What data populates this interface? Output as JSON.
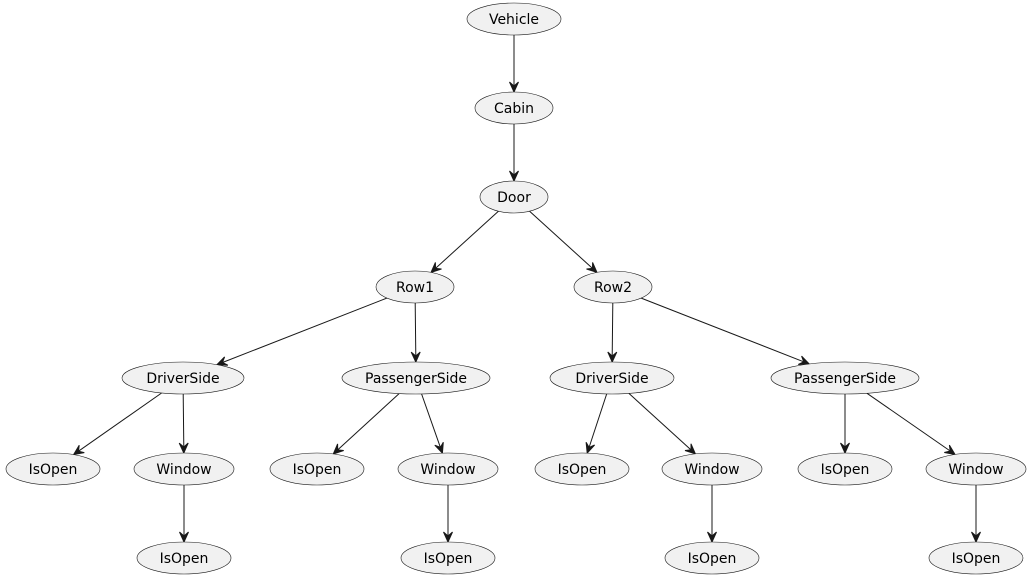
{
  "nodes": [
    {
      "id": "vehicle",
      "label": "Vehicle"
    },
    {
      "id": "cabin",
      "label": "Cabin"
    },
    {
      "id": "door",
      "label": "Door"
    },
    {
      "id": "row1",
      "label": "Row1"
    },
    {
      "id": "row2",
      "label": "Row2"
    },
    {
      "id": "row1-driverside",
      "label": "DriverSide"
    },
    {
      "id": "row1-passengerside",
      "label": "PassengerSide"
    },
    {
      "id": "row2-driverside",
      "label": "DriverSide"
    },
    {
      "id": "row2-passengerside",
      "label": "PassengerSide"
    },
    {
      "id": "row1-driverside-isopen",
      "label": "IsOpen"
    },
    {
      "id": "row1-driverside-window",
      "label": "Window"
    },
    {
      "id": "row1-passengerside-isopen",
      "label": "IsOpen"
    },
    {
      "id": "row1-passengerside-window",
      "label": "Window"
    },
    {
      "id": "row2-driverside-isopen",
      "label": "IsOpen"
    },
    {
      "id": "row2-driverside-window",
      "label": "Window"
    },
    {
      "id": "row2-passengerside-isopen",
      "label": "IsOpen"
    },
    {
      "id": "row2-passengerside-window",
      "label": "Window"
    },
    {
      "id": "row1-driverside-window-isopen",
      "label": "IsOpen"
    },
    {
      "id": "row1-passengerside-window-isopen",
      "label": "IsOpen"
    },
    {
      "id": "row2-driverside-window-isopen",
      "label": "IsOpen"
    },
    {
      "id": "row2-passengerside-window-isopen",
      "label": "IsOpen"
    }
  ],
  "edges": [
    {
      "from": "vehicle",
      "to": "cabin"
    },
    {
      "from": "cabin",
      "to": "door"
    },
    {
      "from": "door",
      "to": "row1"
    },
    {
      "from": "door",
      "to": "row2"
    },
    {
      "from": "row1",
      "to": "row1-driverside"
    },
    {
      "from": "row1",
      "to": "row1-passengerside"
    },
    {
      "from": "row2",
      "to": "row2-driverside"
    },
    {
      "from": "row2",
      "to": "row2-passengerside"
    },
    {
      "from": "row1-driverside",
      "to": "row1-driverside-isopen"
    },
    {
      "from": "row1-driverside",
      "to": "row1-driverside-window"
    },
    {
      "from": "row1-passengerside",
      "to": "row1-passengerside-isopen"
    },
    {
      "from": "row1-passengerside",
      "to": "row1-passengerside-window"
    },
    {
      "from": "row2-driverside",
      "to": "row2-driverside-isopen"
    },
    {
      "from": "row2-driverside",
      "to": "row2-driverside-window"
    },
    {
      "from": "row2-passengerside",
      "to": "row2-passengerside-isopen"
    },
    {
      "from": "row2-passengerside",
      "to": "row2-passengerside-window"
    },
    {
      "from": "row1-driverside-window",
      "to": "row1-driverside-window-isopen"
    },
    {
      "from": "row1-passengerside-window",
      "to": "row1-passengerside-window-isopen"
    },
    {
      "from": "row2-driverside-window",
      "to": "row2-driverside-window-isopen"
    },
    {
      "from": "row2-passengerside-window",
      "to": "row2-passengerside-window-isopen"
    }
  ]
}
